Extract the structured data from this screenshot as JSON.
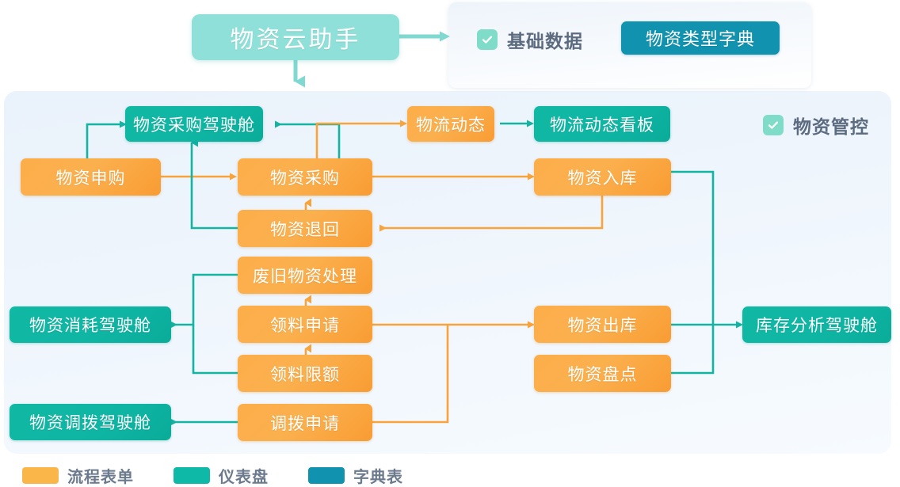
{
  "title_box": {
    "label": "物资云助手"
  },
  "top_panel": {
    "checkbox_icon": "checkbox-checked-icon",
    "label": "基础数据",
    "dict_button": "物资类型字典"
  },
  "main_panel": {
    "checkbox_icon": "checkbox-checked-icon",
    "label": "物资管控"
  },
  "nodes": {
    "caigou_cockpit": "物资采购驾驶舱",
    "wuliu_dongtai": "物流动态",
    "wuliu_kanban": "物流动态看板",
    "shengou": "物资申购",
    "caigou": "物资采购",
    "ruku": "物资入库",
    "tuihui": "物资退回",
    "feijiu": "废旧物资处理",
    "xiaohao_cockpit": "物资消耗驾驶舱",
    "lingliao_shenqing": "领料申请",
    "chuku": "物资出库",
    "kucun_cockpit": "库存分析驾驶舱",
    "lingliao_xiane": "领料限额",
    "pandian": "物资盘点",
    "diaobo_cockpit": "物资调拨驾驶舱",
    "diaobo_shenqing": "调拨申请"
  },
  "legend": [
    {
      "swatch": "orange",
      "label": "流程表单"
    },
    {
      "swatch": "teal",
      "label": "仪表盘"
    },
    {
      "swatch": "dict",
      "label": "字典表"
    }
  ],
  "colors": {
    "orange": "#FBB04E",
    "teal": "#0FB9A8",
    "dict_teal": "#1193B0",
    "title_mint": "#8FE0D8",
    "panel_bg": "#EEF5FC",
    "text_gray": "#5C6B80"
  }
}
